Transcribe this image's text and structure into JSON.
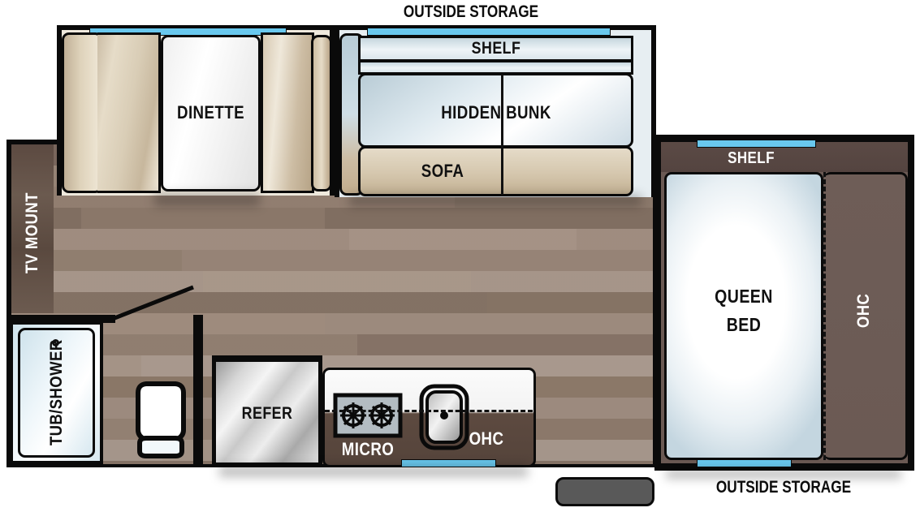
{
  "diagram": {
    "type": "rv-floorplan",
    "background": "#ffffff",
    "colors": {
      "wall": "#0a0a0a",
      "window": "#69c8ee",
      "floor_wood": "#9a8475",
      "bedroom_ohc": "#6b5a54",
      "bedroom_shelf": "#57463f",
      "step": "#595959",
      "cushion_tan": "#d9cdb6",
      "bunk_blue": "#cddbe4"
    }
  },
  "captions": {
    "top_outside_storage": "OUTSIDE STORAGE",
    "bottom_outside_storage": "OUTSIDE STORAGE"
  },
  "labels": {
    "tv_mount": "TV MOUNT",
    "dinette": "DINETTE",
    "shelf_front": "SHELF",
    "hidden_bunk": "HIDDEN BUNK",
    "sofa": "SOFA",
    "tub_shower": "TUB/SHOWER",
    "refer": "REFER",
    "micro": "MICRO",
    "ohc_kitchen": "OHC",
    "shelf_rear": "SHELF",
    "queen_bed_line1": "QUEEN",
    "queen_bed_line2": "BED",
    "ohc_bedroom": "OHC"
  },
  "rooms": [
    {
      "name": "dinette-slideout",
      "items": [
        "DINETTE"
      ]
    },
    {
      "name": "sofa-slideout",
      "items": [
        "SHELF",
        "HIDDEN BUNK",
        "SOFA"
      ]
    },
    {
      "name": "bathroom",
      "items": [
        "TUB/SHOWER",
        "toilet"
      ]
    },
    {
      "name": "kitchen",
      "items": [
        "REFER",
        "MICRO",
        "OHC",
        "cooktop",
        "sink"
      ]
    },
    {
      "name": "bedroom",
      "items": [
        "SHELF",
        "QUEEN BED",
        "OHC"
      ]
    },
    {
      "name": "living",
      "items": [
        "TV MOUNT"
      ]
    }
  ],
  "fixtures": {
    "cooktop_burners": 2,
    "sink_basins": 1,
    "toilet": 1,
    "entry_step": 1,
    "windows": 5
  }
}
